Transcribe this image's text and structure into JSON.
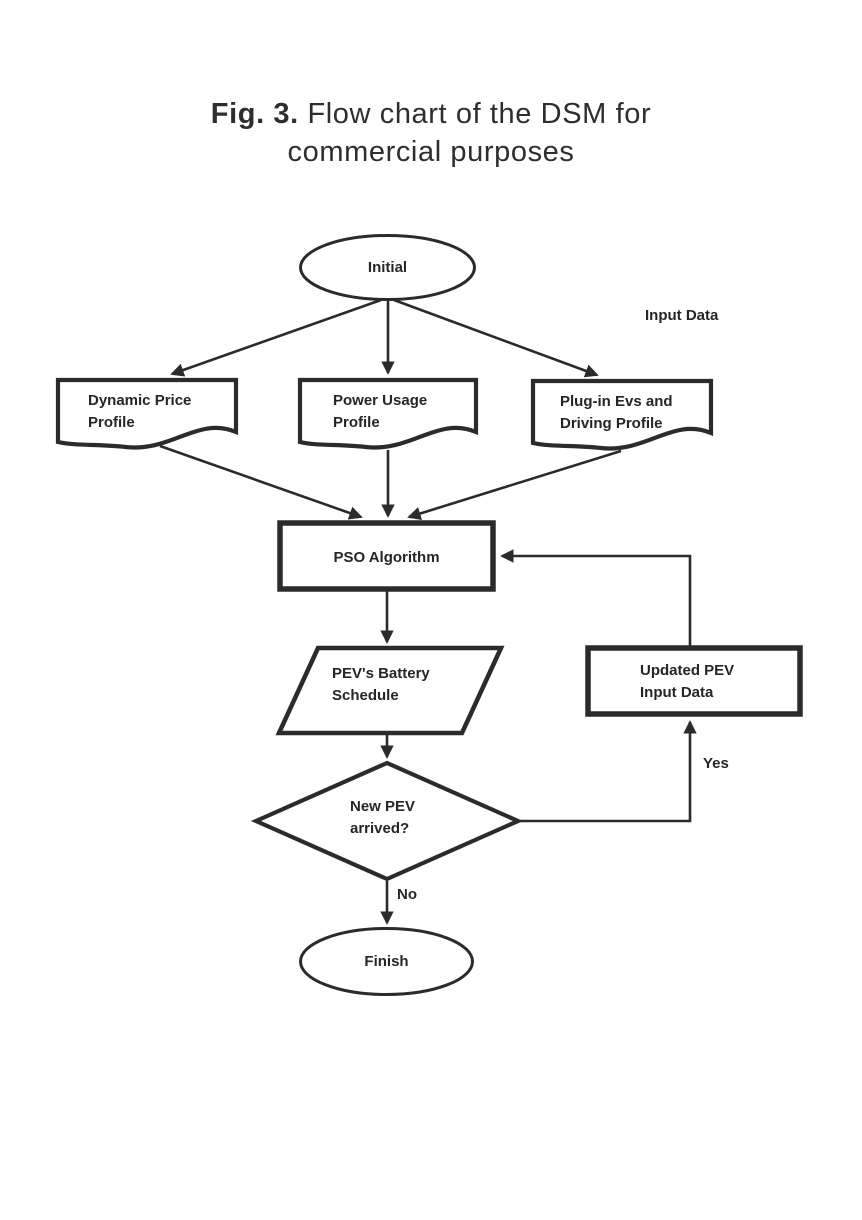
{
  "figure_caption": {
    "prefix": "Fig. 3.",
    "line1_rest": " Flow chart of the DSM for",
    "line2": "commercial purposes"
  },
  "annotations": {
    "input_data": "Input Data",
    "yes": "Yes",
    "no": "No"
  },
  "nodes": {
    "initial": {
      "type": "start-terminator",
      "label": "Initial"
    },
    "dynamic_price_profile": {
      "type": "document",
      "line1": "Dynamic Price",
      "line2": "Profile"
    },
    "power_usage_profile": {
      "type": "document",
      "line1": "Power Usage",
      "line2": "Profile"
    },
    "plug_in_evs_driving_profile": {
      "type": "document",
      "line1": "Plug-in Evs and",
      "line2": "Driving Profile"
    },
    "pso_algorithm": {
      "type": "process",
      "label": "PSO Algorithm"
    },
    "pev_battery_schedule": {
      "type": "data-parallelogram",
      "line1": "PEV's Battery",
      "line2": "Schedule"
    },
    "updated_pev_input_data": {
      "type": "process",
      "line1": "Updated PEV",
      "line2": "Input Data"
    },
    "new_pev_arrived": {
      "type": "decision",
      "line1": "New PEV",
      "line2": "arrived?"
    },
    "finish": {
      "type": "end-terminator",
      "label": "Finish"
    }
  },
  "colors": {
    "ink": "#2b2b2b",
    "background": "#ffffff"
  }
}
